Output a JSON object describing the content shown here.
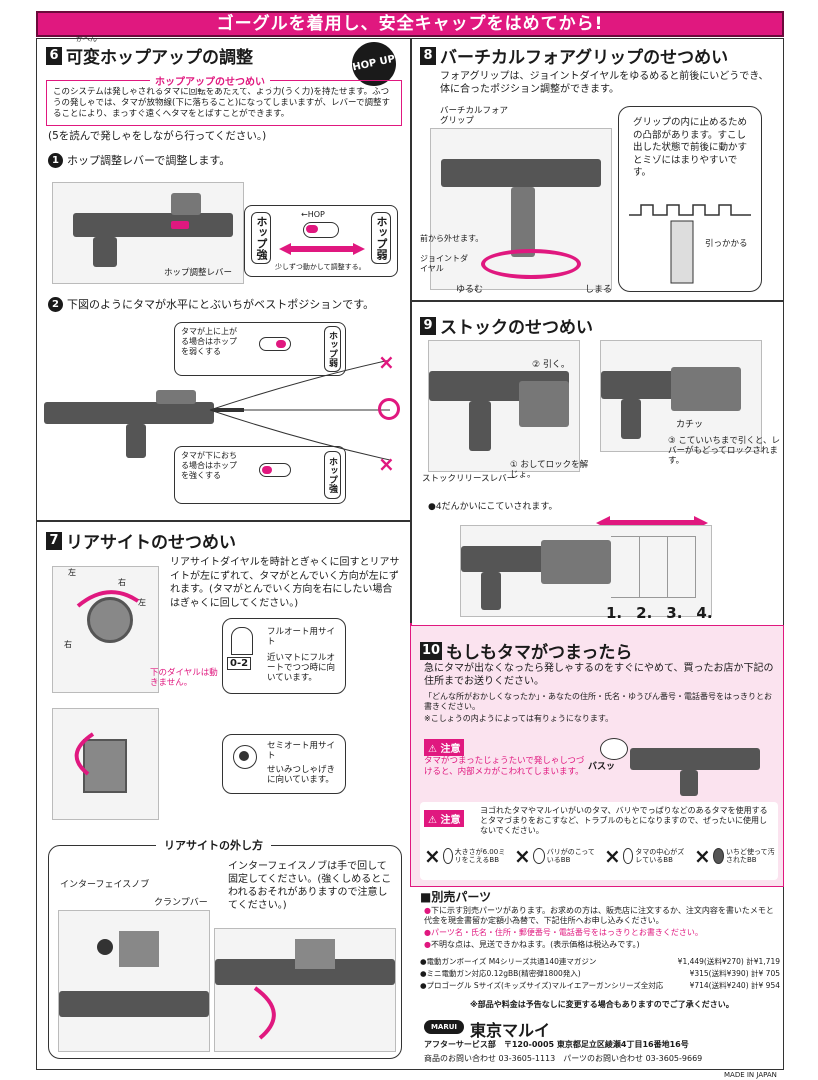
{
  "banner": "ゴーグルを着用し、安全キャップをはめてから!",
  "s6": {
    "num": "6",
    "ruby": "かへん",
    "title": "可変ホップアップの調整",
    "badge": "HOP UP",
    "box_title": "ホップアップのせつめい",
    "box_text": "このシステムは発しゃされるタマに回転をあたえて、よう力(うく力)を持たせます。ふつうの発しゃでは、タマが放物線(下に落ちること)になってしまいますが、レバーで調整することにより、まっすぐ遠くへタマをとばすことができます。",
    "note": "(5を読んで発しゃをしながら行ってください。)",
    "step1_num": "1",
    "step1": "ホップ調整レバーで調整します。",
    "hop_strong": "ホップ強",
    "hop_weak": "ホップ弱",
    "hop_label": "←HOP",
    "lever_label": "ホップ調整レバー",
    "adjust_note": "少しずつ動かして調整する。",
    "step2_num": "2",
    "step2": "下図のようにタマが水平にとぶいちがベストポジションです。",
    "up_text": "タマが上に上がる場合はホップを弱くする",
    "down_text": "タマが下におちる場合はホップを強くする"
  },
  "s7": {
    "num": "7",
    "title": "リアサイトのせつめい",
    "intro": "リアサイトダイヤルを時計とぎゃくに回すとリアサイトが左にずれて、タマがとんでいく方向が左にずれます。(タマがとんでいく方向を右にしたい場合はぎゃくに回してください。)",
    "left": "左",
    "right": "右",
    "dial_note": "下のダイヤルは動きません。",
    "full_auto_title": "フルオート用サイト",
    "full_auto_code": "0-2",
    "full_auto_text": "近いマトにフルオートでつつ時に向いています。",
    "semi_title": "セミオート用サイト",
    "semi_text": "せいみつしゃげきに向いています。",
    "remove_title": "リアサイトの外し方",
    "remove_text": "インターフェイスノブは手で回して固定してください。(強くしめるとこわれるおそれがありますので注意してください。)",
    "interface_knob": "インターフェイスノブ",
    "clamp_bar": "クランプバー"
  },
  "s8": {
    "num": "8",
    "title": "バーチカルフォアグリップのせつめい",
    "intro": "フォアグリップは、ジョイントダイヤルをゆるめると前後にいどうでき、体に合ったポジション調整ができます。",
    "grip_label": "バーチカルフォアグリップ",
    "remove_front": "前から外せます。",
    "joint_dial": "ジョイントダイヤル",
    "loosen": "ゆるむ",
    "tighten": "しまる",
    "stop_note": "グリップの内に止めるための凸部があります。すこし出した状態で前後に動かすとミゾにはまりやすいです。",
    "catch": "引っかかる"
  },
  "s9": {
    "num": "9",
    "title": "ストックのせつめい",
    "pull": "② 引く。",
    "release_lever": "ストックリリースレバー",
    "push_lock": "① おしてロックを解じょ。",
    "click": "カチッ",
    "lock_note": "③ こていいちまで引くと、レバーがもどってロックされます。",
    "stages_note": "●4だんかいにこていされます。",
    "positions": [
      "1.",
      "2.",
      "3.",
      "4."
    ]
  },
  "s10": {
    "num": "10",
    "title": "もしもタマがつまったら",
    "intro": "急にタマが出なくなったら発しゃするのをすぐにやめて、買ったお店か下記の住所までお送りください。",
    "note1": "「どんな所がおかしくなったか」・あなたの住所・氏名・ゆうびん番号・電話番号をはっきりとお書きください。",
    "note2": "※こしょうの内ようによっては有りょうになります。",
    "warn_label": "注意",
    "warn1": "タマがつまったじょうたいで発しゃしつづけると、内部メカがこわれてしまいます。",
    "bang": "バスッ",
    "warn2": "ヨゴれたタマやマルイいがいのタマ、バリやでっぱりなどのあるタマを使用するとタマづまりをおこすなど、トラブルのもとになりますので、ぜったいに使用しないでください。",
    "bad_items": [
      "大きさが6.00ミリをこえるBB",
      "バリがのこっているBB",
      "タマの中心がズレているBB",
      "いちど使って汚されたBB"
    ]
  },
  "parts": {
    "title": "■別売パーツ",
    "lines": [
      "下に示す別売パーツがあります。お求めの方は、販売店に注文するか、注文内容を書いたメモと代金を現金書留か定額小為替で、下記住所へお申し込みください。",
      "パーツ名・氏名・住所・郵便番号・電話番号をはっきりとお書きください。",
      "不明な点は、見送できかねます。(表示価格は税込みです。)"
    ],
    "items": [
      {
        "name": "●電動ガンボーイズ M4シリーズ共通140連マガジン",
        "price": "¥1,449(送料¥270)",
        "total": "計¥1,719"
      },
      {
        "name": "●ミニ電動ガン対応0.12gBB(精密弾1800発入)",
        "price": "¥315(送料¥390)",
        "total": "計¥ 705"
      },
      {
        "name": "●プロゴーグル Sサイズ(キッズサイズ)マルイエアーガンシリーズ全対応",
        "price": "¥714(送料¥240)",
        "total": "計¥ 954"
      }
    ],
    "footnote": "※部品や料金は予告なしに変更する場合もありますのでご了承ください。"
  },
  "company": {
    "logo": "MARUI",
    "name": "東京マルイ",
    "address": "アフターサービス部　〒120-0005 東京都足立区綾瀬4丁目16番地16号",
    "contact": "商品のお問い合わせ 03-3605-1113　パーツのお問い合わせ 03-3605-9669",
    "made": "MADE IN JAPAN"
  }
}
